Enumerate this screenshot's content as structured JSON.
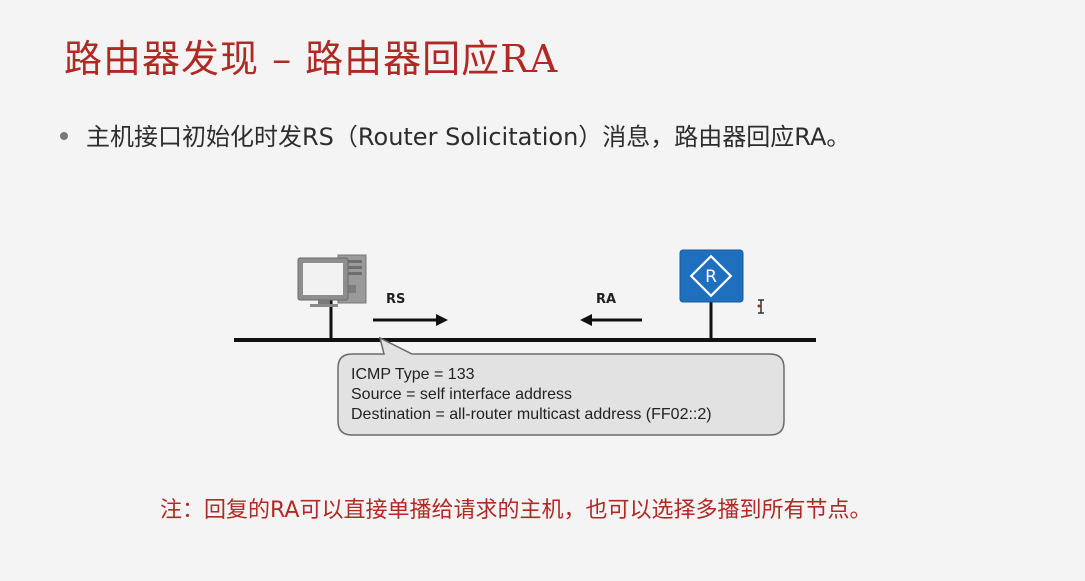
{
  "slide": {
    "title": "路由器发现 – 路由器回应RA",
    "bullet": "主机接口初始化时发RS（Router Solicitation）消息，路由器回应RA。",
    "note": "注：回复的RA可以直接单播给请求的主机，也可以选择多播到所有节点。"
  },
  "diagram": {
    "rs_label": "RS",
    "ra_label": "RA",
    "router_letter": "R",
    "router_color": "#1f6fbf",
    "callout": {
      "line1": "ICMP Type = 133",
      "line2": "Source = self interface address",
      "line3": "Destination = all-router multicast address (FF02::2)"
    },
    "host_icon": "desktop-computer-icon",
    "router_icon": "router-icon"
  }
}
